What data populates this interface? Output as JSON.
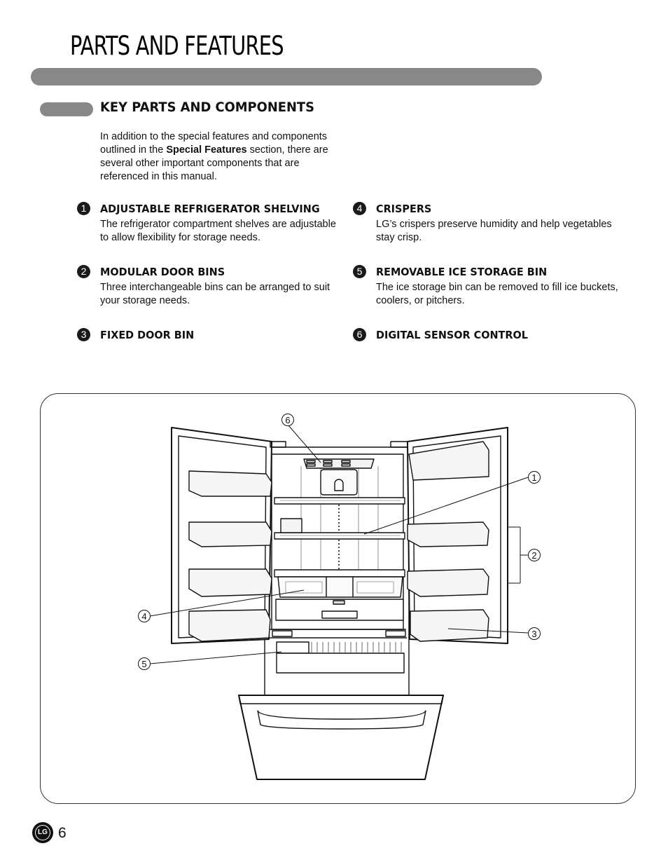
{
  "header": {
    "title": "PARTS AND FEATURES"
  },
  "section": {
    "heading": "KEY PARTS AND COMPONENTS",
    "intro_before": "In addition to the special features and components outlined in the ",
    "intro_bold": "Special Features",
    "intro_after": " section, there are several other important components that are referenced in this manual."
  },
  "features": [
    {
      "num": "1",
      "title": "ADJUSTABLE REFRIGERATOR SHELVING",
      "desc": "The refrigerator compartment shelves are adjustable to allow flexibility for storage needs."
    },
    {
      "num": "2",
      "title": "MODULAR DOOR BINS",
      "desc": "Three interchangeable bins can be arranged to suit your storage needs."
    },
    {
      "num": "3",
      "title": "FIXED DOOR BIN",
      "desc": ""
    },
    {
      "num": "4",
      "title": "CRISPERS",
      "desc": "LG’s crispers preserve humidity and help vegetables stay crisp."
    },
    {
      "num": "5",
      "title": "REMOVABLE ICE STORAGE BIN",
      "desc": "The ice storage bin can be removed to fill ice buckets, coolers, or pitchers."
    },
    {
      "num": "6",
      "title": "DIGITAL SENSOR CONTROL",
      "desc": ""
    }
  ],
  "diagram": {
    "callouts": {
      "c1": "1",
      "c2": "2",
      "c3": "3",
      "c4": "4",
      "c5": "5",
      "c6": "6"
    }
  },
  "footer": {
    "logo_text": "LG",
    "page_number": "6"
  }
}
